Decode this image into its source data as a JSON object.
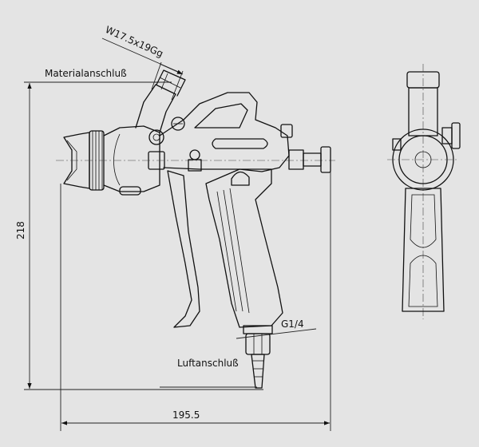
{
  "drawing": {
    "title": "Spray gun dimension drawing",
    "labels": {
      "thread": "W17.5x19Gg",
      "material_connection": "Materialanschluß",
      "height": "218",
      "air_thread": "G1/4",
      "air_connection": "Luftanschluß",
      "length": "195.5"
    },
    "colors": {
      "background": "#e4e4e4",
      "line": "#111111"
    }
  }
}
